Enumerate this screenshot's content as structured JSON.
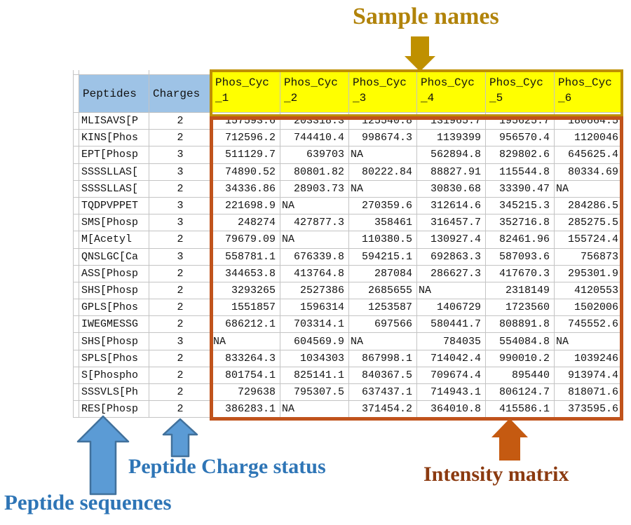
{
  "annotations": {
    "sample_names": "Sample names",
    "peptide_sequences": "Peptide sequences",
    "peptide_charge_status": "Peptide Charge status",
    "intensity_matrix": "Intensity matrix"
  },
  "colors": {
    "title_gold": "#B1830A",
    "gold_arrow": "#BF9000",
    "yellow_header": "#FFFF00",
    "blue_header": "#9EC3E6",
    "red_frame": "#C0531C",
    "blue_label": "#2E75B6",
    "blue_arrow_fill": "#5B9BD5",
    "blue_arrow_stroke": "#41719C",
    "orange_arrow": "#C55A11",
    "brown_label": "#8B3A10",
    "gridline": "#C4C4C4"
  },
  "table": {
    "peptides_header": "Peptides",
    "charges_header": "Charges",
    "sample_headers": [
      "Phos_Cyc_1",
      "Phos_Cyc_2",
      "Phos_Cyc_3",
      "Phos_Cyc_4",
      "Phos_Cyc_5",
      "Phos_Cyc_6"
    ],
    "na_text": "NA",
    "rows": [
      {
        "peptide": "MLISAVS[P",
        "charge": "2",
        "values": [
          "157593.6",
          "203318.3",
          "125540.8",
          "131965.7",
          "195625.7",
          "180664.5"
        ]
      },
      {
        "peptide": "KINS[Phos",
        "charge": "2",
        "values": [
          "712596.2",
          "744410.4",
          "998674.3",
          "1139399",
          "956570.4",
          "1120046"
        ]
      },
      {
        "peptide": "EPT[Phosp",
        "charge": "3",
        "values": [
          "511129.7",
          "639703",
          "NA",
          "562894.8",
          "829802.6",
          "645625.4"
        ]
      },
      {
        "peptide": "SSSSLLAS[",
        "charge": "3",
        "values": [
          "74890.52",
          "80801.82",
          "80222.84",
          "88827.91",
          "115544.8",
          "80334.69"
        ]
      },
      {
        "peptide": "SSSSLLAS[",
        "charge": "2",
        "values": [
          "34336.86",
          "28903.73",
          "NA",
          "30830.68",
          "33390.47",
          "NA"
        ]
      },
      {
        "peptide": "TQDPVPPET",
        "charge": "3",
        "values": [
          "221698.9",
          "NA",
          "270359.6",
          "312614.6",
          "345215.3",
          "284286.5"
        ]
      },
      {
        "peptide": "SMS[Phosp",
        "charge": "3",
        "values": [
          "248274",
          "427877.3",
          "358461",
          "316457.7",
          "352716.8",
          "285275.5"
        ]
      },
      {
        "peptide": "M[Acetyl",
        "charge": "2",
        "values": [
          "79679.09",
          "NA",
          "110380.5",
          "130927.4",
          "82461.96",
          "155724.4"
        ]
      },
      {
        "peptide": "QNSLGC[Ca",
        "charge": "3",
        "values": [
          "558781.1",
          "676339.8",
          "594215.1",
          "692863.3",
          "587093.6",
          "756873"
        ]
      },
      {
        "peptide": "ASS[Phosp",
        "charge": "2",
        "values": [
          "344653.8",
          "413764.8",
          "287084",
          "286627.3",
          "417670.3",
          "295301.9"
        ]
      },
      {
        "peptide": "SHS[Phosp",
        "charge": "2",
        "values": [
          "3293265",
          "2527386",
          "2685655",
          "NA",
          "2318149",
          "4120553"
        ]
      },
      {
        "peptide": "GPLS[Phos",
        "charge": "2",
        "values": [
          "1551857",
          "1596314",
          "1253587",
          "1406729",
          "1723560",
          "1502006"
        ]
      },
      {
        "peptide": "IWEGMESSG",
        "charge": "2",
        "values": [
          "686212.1",
          "703314.1",
          "697566",
          "580441.7",
          "808891.8",
          "745552.6"
        ]
      },
      {
        "peptide": "SHS[Phosp",
        "charge": "3",
        "values": [
          "NA",
          "604569.9",
          "NA",
          "784035",
          "554084.8",
          "NA"
        ]
      },
      {
        "peptide": "SPLS[Phos",
        "charge": "2",
        "values": [
          "833264.3",
          "1034303",
          "867998.1",
          "714042.4",
          "990010.2",
          "1039246"
        ]
      },
      {
        "peptide": "S[Phospho",
        "charge": "2",
        "values": [
          "801754.1",
          "825141.1",
          "840367.5",
          "709674.4",
          "895440",
          "913974.4"
        ]
      },
      {
        "peptide": "SSSVLS[Ph",
        "charge": "2",
        "values": [
          "729638",
          "795307.5",
          "637437.1",
          "714943.1",
          "806124.7",
          "818071.6"
        ]
      },
      {
        "peptide": "RES[Phosp",
        "charge": "2",
        "values": [
          "386283.1",
          "NA",
          "371454.2",
          "364010.8",
          "415586.1",
          "373595.6"
        ]
      }
    ]
  }
}
